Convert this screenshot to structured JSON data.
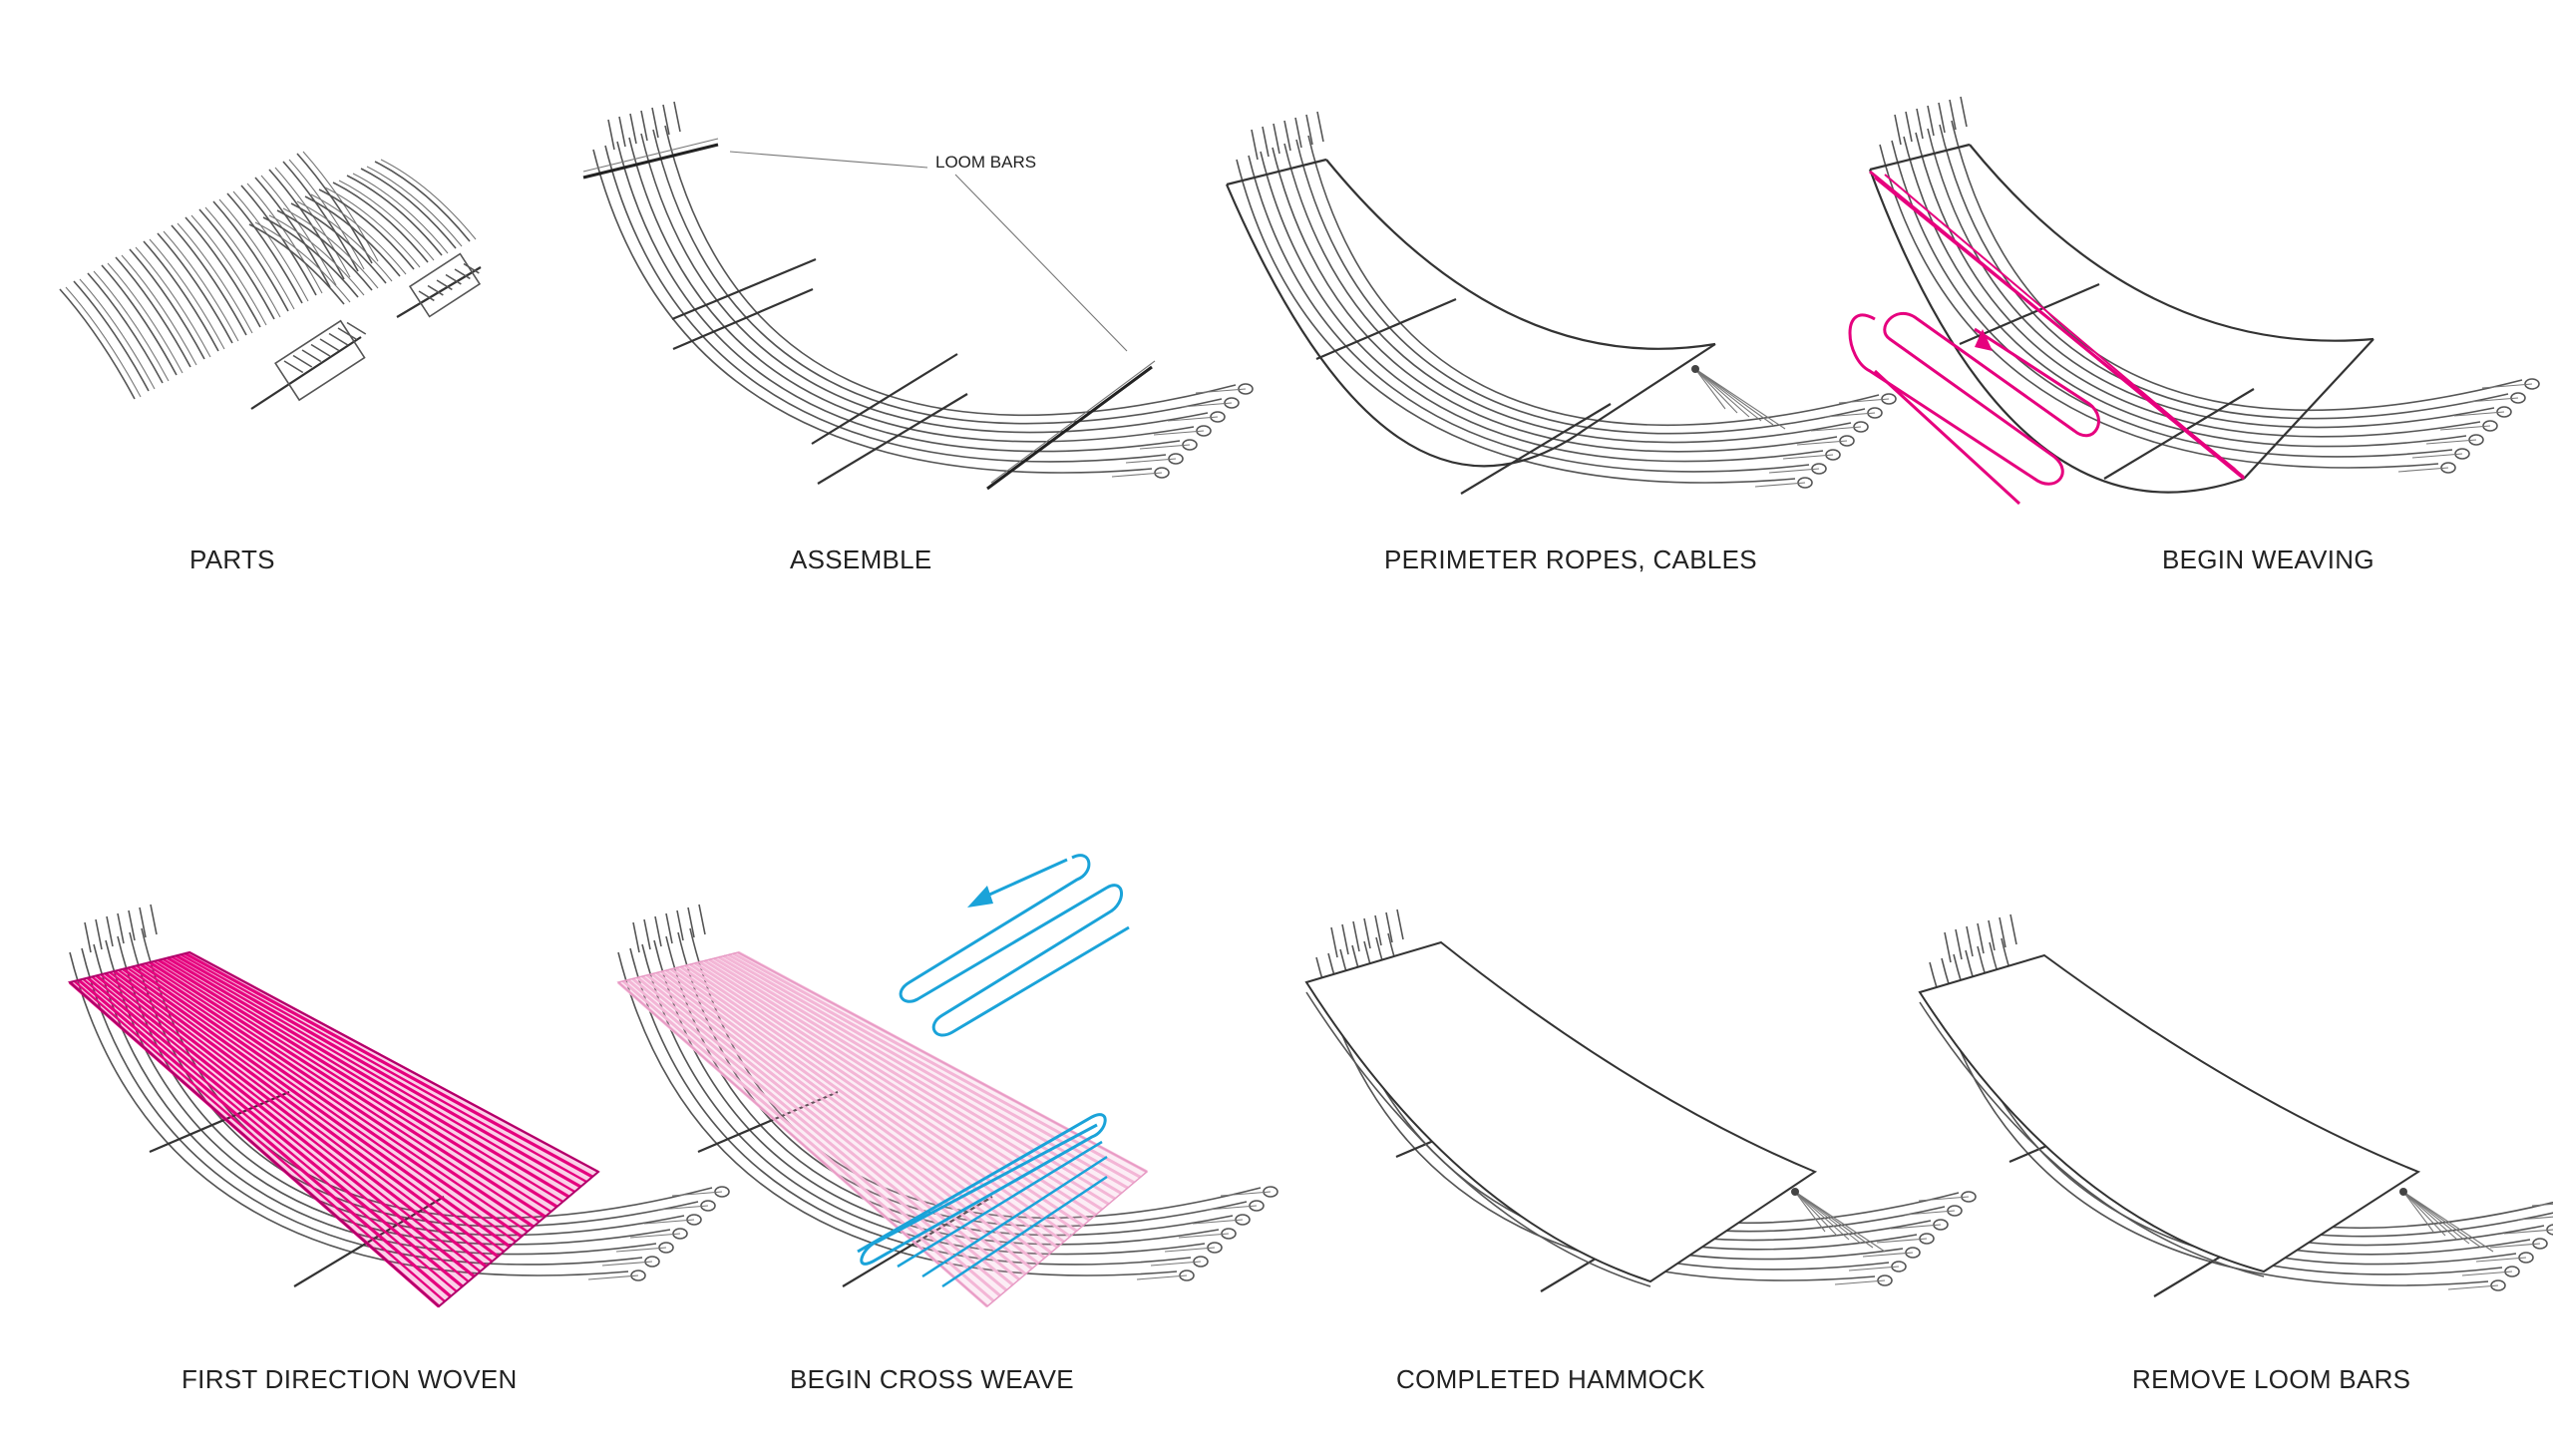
{
  "colors": {
    "first_weave": "#e6007e",
    "cross_weave": "#1aa3d9",
    "light_weave": "#f3b6d6",
    "line": "#444444"
  },
  "panels": [
    {
      "id": "parts",
      "label": "PARTS"
    },
    {
      "id": "assemble",
      "label": "ASSEMBLE",
      "annotation": "LOOM BARS"
    },
    {
      "id": "perimeter",
      "label": "PERIMETER ROPES, CABLES"
    },
    {
      "id": "begin-weaving",
      "label": "BEGIN WEAVING"
    },
    {
      "id": "first-direction",
      "label": "FIRST DIRECTION WOVEN"
    },
    {
      "id": "cross-weave",
      "label": "BEGIN CROSS WEAVE"
    },
    {
      "id": "completed",
      "label": "COMPLETED HAMMOCK"
    },
    {
      "id": "remove-bars",
      "label": "REMOVE LOOM BARS"
    }
  ]
}
